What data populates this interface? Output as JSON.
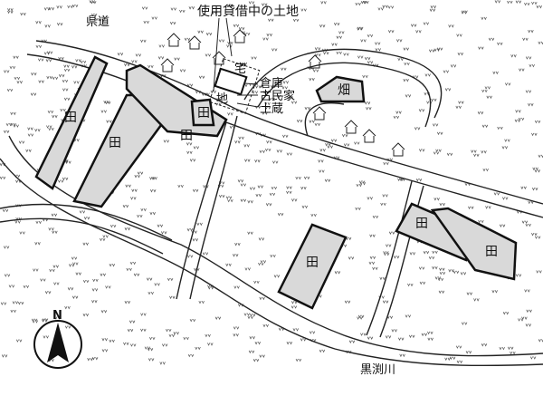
{
  "title": "使用貸借中の土地",
  "labels": {
    "prefectural_road": "県道",
    "residential_top": "宅",
    "residential_bottom": "地",
    "warehouse": "倉庫",
    "old_house": "古民家",
    "storehouse": "土蔵",
    "river": "黒渕川",
    "north": "N"
  },
  "fields": [
    {
      "type": "田"
    },
    {
      "type": "田"
    },
    {
      "type": "田"
    },
    {
      "type": "田"
    },
    {
      "type": "田"
    },
    {
      "type": "田"
    },
    {
      "type": "田"
    }
  ],
  "upland_field": "畑",
  "colors": {
    "field_fill": "#d9d9d9",
    "line": "#111111"
  }
}
